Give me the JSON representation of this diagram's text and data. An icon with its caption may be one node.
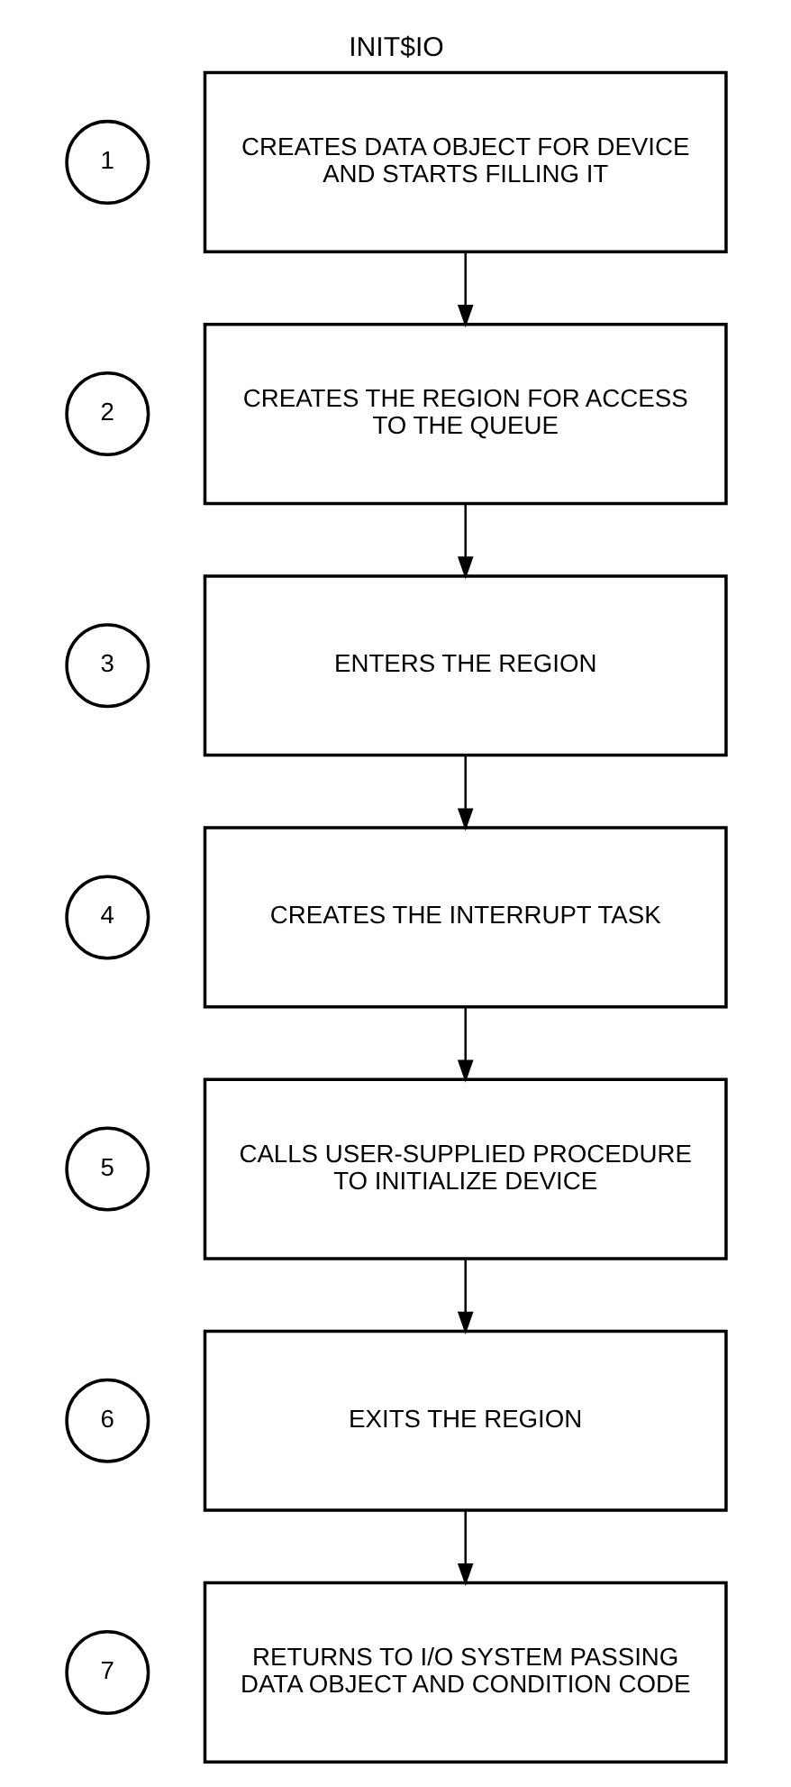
{
  "diagram": {
    "title": "INIT$IO",
    "nodes": [
      {
        "text": [
          "1"
        ]
      },
      {
        "text": [
          "CREATES DATA OBJECT FOR DEVICE AND STARTS FILLING IT"
        ]
      },
      {
        "text": [
          "2"
        ]
      },
      {
        "text": [
          "CREATES THE REGION FOR ACCESS TO THE QUEUE"
        ]
      },
      {
        "text": [
          "3"
        ]
      },
      {
        "text": [
          "ENTERS THE REGION"
        ]
      },
      {
        "text": [
          "4"
        ]
      },
      {
        "text": [
          "CREATES THE INTERRUPT TASK"
        ]
      },
      {
        "text": [
          "5"
        ]
      },
      {
        "text": [
          "CALLS USER-SUPPLIED PROCEDURE TO INITIALIZE DEVICE"
        ]
      },
      {
        "text": [
          "6"
        ]
      },
      {
        "text": [
          "EXITS THE REGION"
        ]
      },
      {
        "text": [
          "7"
        ]
      },
      {
        "text": [
          "RETURNS TO I/O SYSTEM PASSING DATA OBJECT AND CONDITION CODE"
        ]
      }
    ],
    "edges": [
      {
        "from": 1,
        "to": 3,
        "arrow": "to"
      },
      {
        "from": 3,
        "to": 5,
        "arrow": "to"
      },
      {
        "from": 5,
        "to": 7,
        "arrow": "to"
      },
      {
        "from": 7,
        "to": 9,
        "arrow": "to"
      },
      {
        "from": 9,
        "to": 11,
        "arrow": "to"
      },
      {
        "from": 11,
        "to": 13,
        "arrow": "to"
      }
    ]
  }
}
